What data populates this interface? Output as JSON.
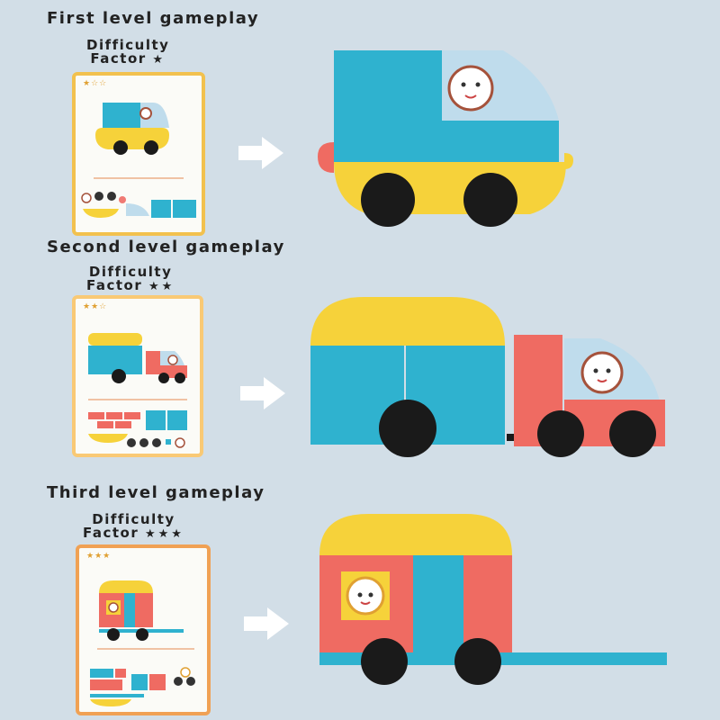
{
  "levels": [
    {
      "title": "First level gameplay",
      "difficulty_label_line1": "Difficulty",
      "difficulty_label_line2": "Factor",
      "stars": "★",
      "stars_rating": 1,
      "card_stars": "★☆☆"
    },
    {
      "title": "Second level gameplay",
      "difficulty_label_line1": "Difficulty",
      "difficulty_label_line2": "Factor",
      "stars": "★★",
      "stars_rating": 2,
      "card_stars": "★★☆"
    },
    {
      "title": "Third level gameplay",
      "difficulty_label_line1": "Difficulty",
      "difficulty_label_line2": "Factor",
      "stars": "★★★",
      "stars_rating": 3,
      "card_stars": "★★★"
    }
  ],
  "colors": {
    "background": "#d2dee7",
    "blue": "#2fb2cf",
    "yellow": "#f6d23a",
    "red": "#ef6b62",
    "light_blue": "#bfdcec",
    "wheel": "#1a1a1a",
    "card_border_level1": "#f2c14e",
    "card_border_level2": "#f9c975",
    "card_border_level3": "#f0a154",
    "arrow": "#ffffff"
  },
  "icons": [
    "right-arrow-icon",
    "star-icon",
    "face-icon",
    "wheel-icon"
  ]
}
